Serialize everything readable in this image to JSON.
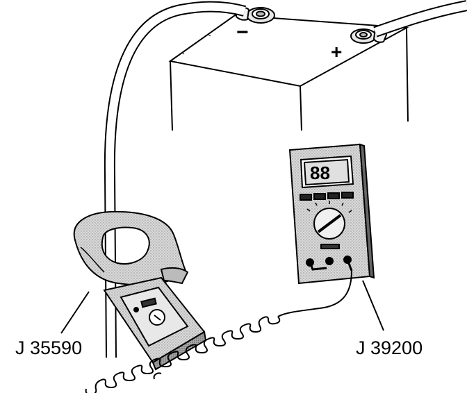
{
  "battery": {
    "negative_symbol": "−",
    "positive_symbol": "+"
  },
  "labels": {
    "clamp_tool": "J 35590",
    "multimeter_tool": "J 39200"
  },
  "multimeter": {
    "display_text": "88"
  },
  "colors": {
    "line": "#000000",
    "shade": "#cfcfcf",
    "dark_shade": "#9a9a9a",
    "background": "#ffffff"
  }
}
